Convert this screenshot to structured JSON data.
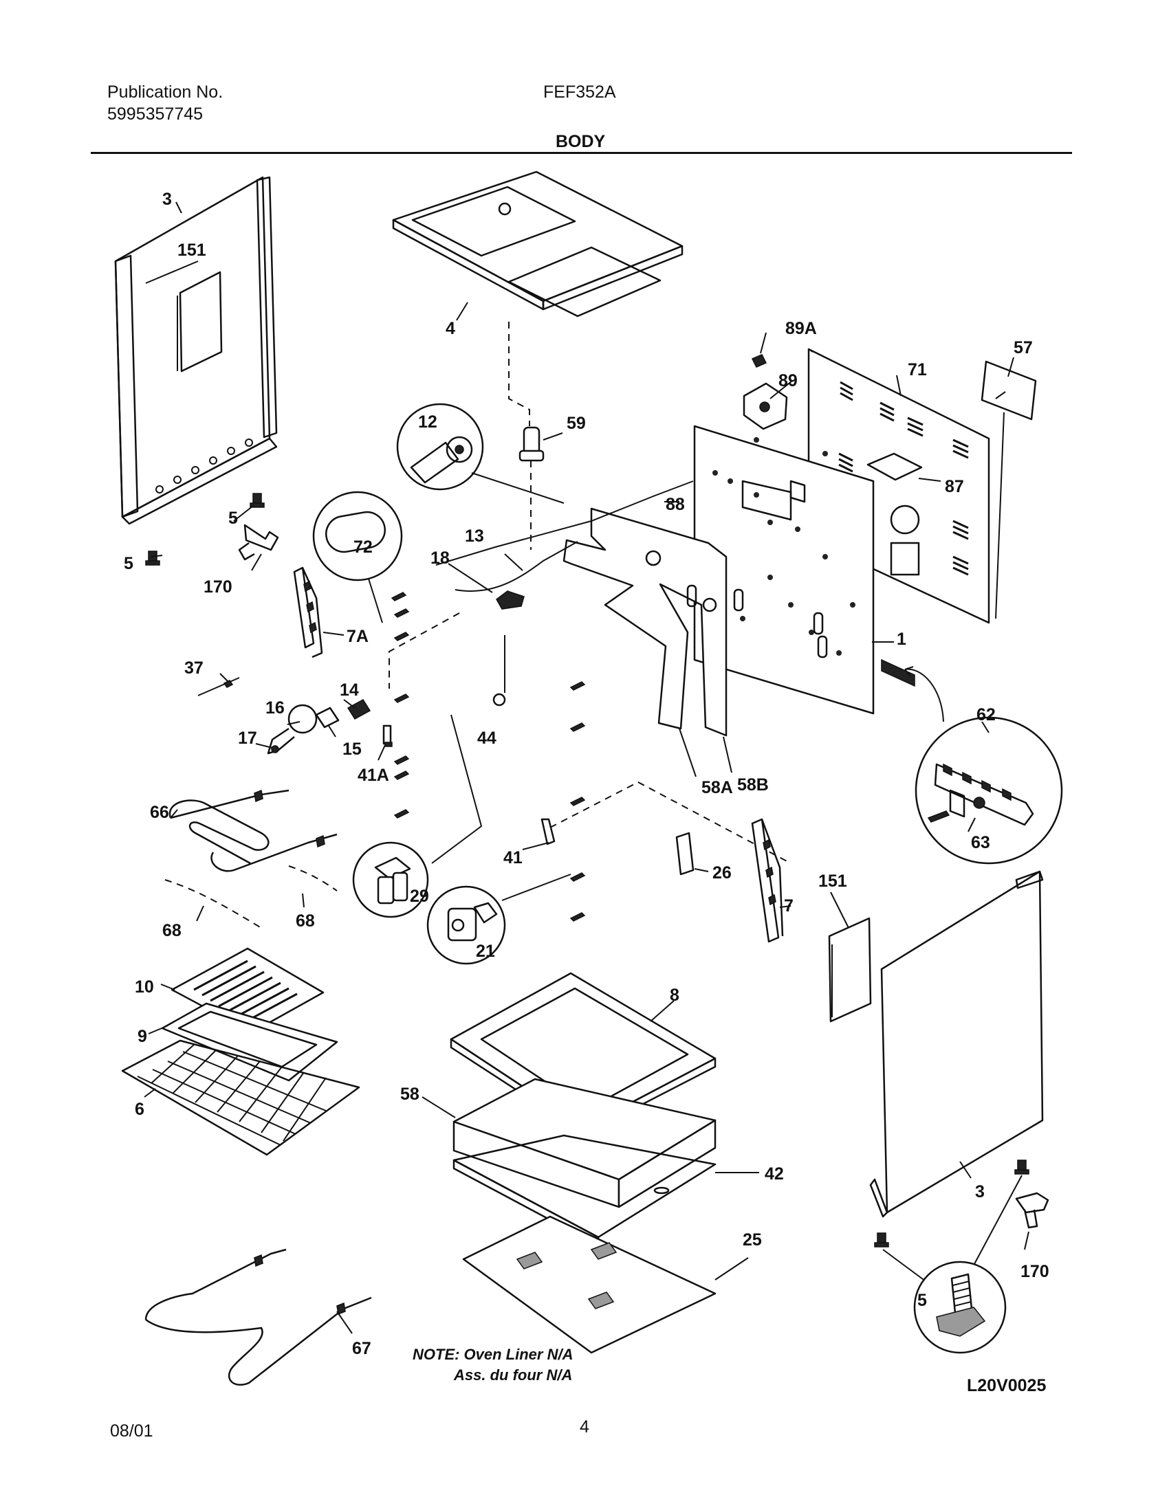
{
  "header": {
    "publication_label": "Publication No.",
    "publication_number": "5995357745",
    "model": "FEF352A",
    "section_title": "BODY"
  },
  "callouts": {
    "c3_left": "3",
    "c151_left": "151",
    "c5_left_a": "5",
    "c5_left_b": "5",
    "c170_left": "170",
    "c4": "4",
    "c12": "12",
    "c59": "59",
    "c89a": "89A",
    "c89": "89",
    "c71": "71",
    "c57": "57",
    "c87": "87",
    "c88": "88",
    "c13": "13",
    "c18": "18",
    "c72": "72",
    "c7a": "7A",
    "c37": "37",
    "c14": "14",
    "c16": "16",
    "c17": "17",
    "c15": "15",
    "c41a": "41A",
    "c44": "44",
    "c1": "1",
    "c62": "62",
    "c63": "63",
    "c58a": "58A",
    "c58b": "58B",
    "c66": "66",
    "c68_left": "68",
    "c68_right": "68",
    "c29": "29",
    "c21": "21",
    "c41": "41",
    "c26": "26",
    "c7": "7",
    "c151_right": "151",
    "c10": "10",
    "c9": "9",
    "c6": "6",
    "c8": "8",
    "c58": "58",
    "c42": "42",
    "c25": "25",
    "c3_right": "3",
    "c170_right": "170",
    "c5_detail": "5",
    "c67": "67"
  },
  "note": {
    "line1": "NOTE: Oven Liner N/A",
    "line2": "Ass. du four N/A"
  },
  "diagram_code": "L20V0025",
  "footer": {
    "date": "08/01",
    "page": "4"
  }
}
